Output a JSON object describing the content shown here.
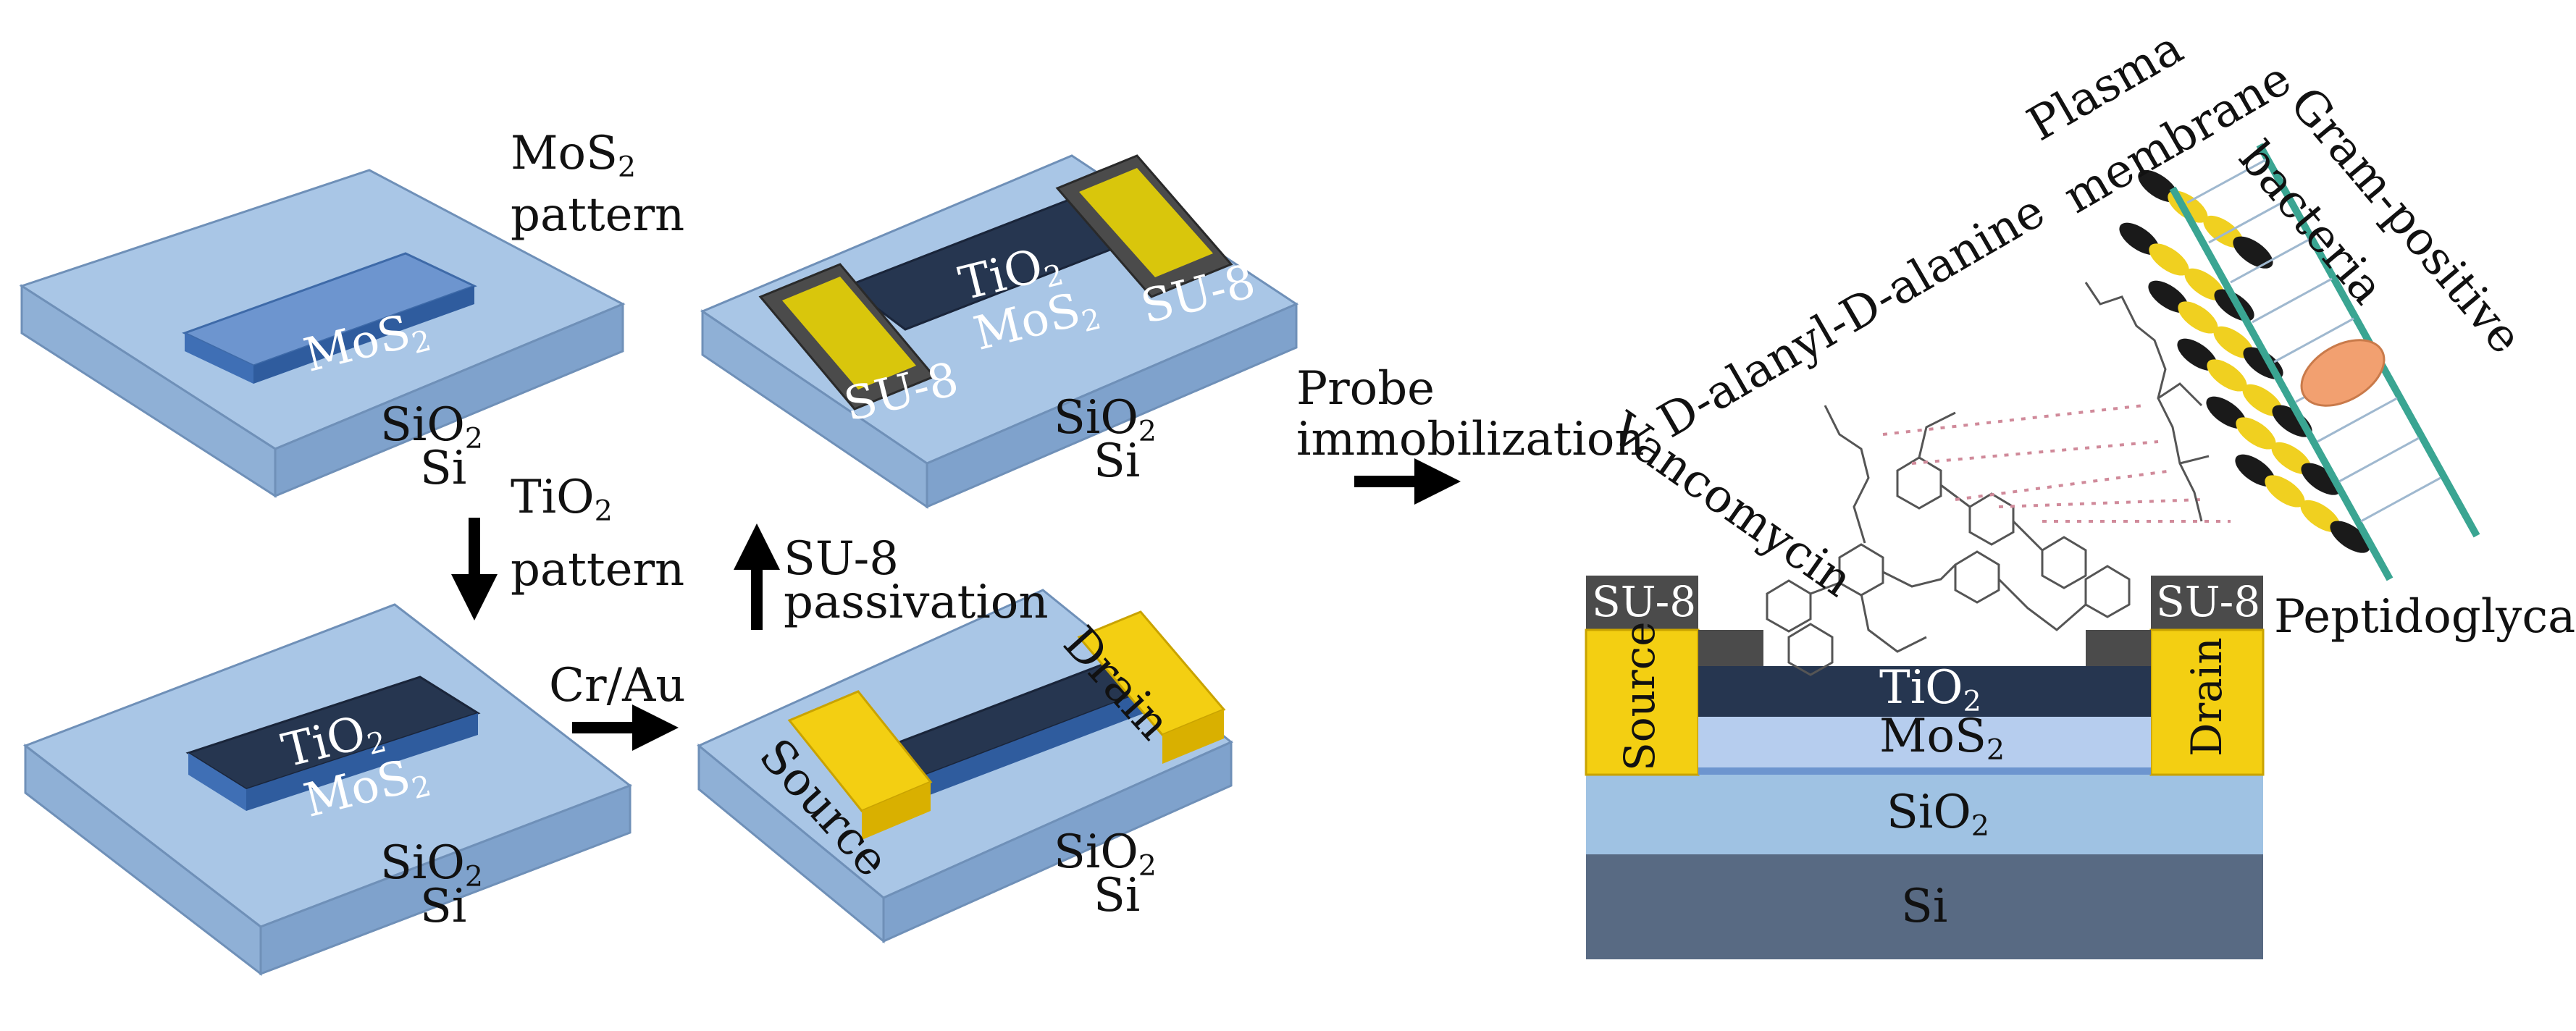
{
  "colors": {
    "substrate_top": "#a9c6e6",
    "substrate_side": "#8fb0d6",
    "mos2": "#4d7fc4",
    "tio2": "#263650",
    "gold": "#f3cf12",
    "su8": "#4b4b4b",
    "si_layer": "#586a83",
    "sio2_layer": "#9fc2e3",
    "molecule": "#555555",
    "lipid_head": "#1a1a1a",
    "lipid_tail": "#f0d020",
    "bond": "#d08a9a",
    "membrane_green": "#3aa592"
  },
  "panel1": {
    "mos2": "MoS",
    "mos2_sub": "2",
    "sio2": "SiO",
    "sio2_sub": "2",
    "si": "Si"
  },
  "step1": {
    "line1": "MoS",
    "line1_sub": "2",
    "line2": "pattern"
  },
  "step2": {
    "line1": "TiO",
    "line1_sub": "2",
    "line2": "pattern"
  },
  "panel2": {
    "tio2": "TiO",
    "tio2_sub": "2",
    "mos2": "MoS",
    "mos2_sub": "2",
    "sio2": "SiO",
    "sio2_sub": "2",
    "si": "Si"
  },
  "step3": {
    "label": "Cr/Au"
  },
  "panel3": {
    "source": "Source",
    "drain": "Drain",
    "sio2": "SiO",
    "sio2_sub": "2",
    "si": "Si"
  },
  "step4": {
    "line1": "SU-8",
    "line2": "passivation"
  },
  "panel4": {
    "tio2": "TiO",
    "tio2_sub": "2",
    "mos2": "MoS",
    "mos2_sub": "2",
    "su8_left": "SU-8",
    "su8_right": "SU-8",
    "sio2": "SiO",
    "sio2_sub": "2",
    "si": "Si"
  },
  "step5": {
    "line1": "Probe",
    "line2": "immobilization"
  },
  "cross": {
    "su8_left": "SU-8",
    "su8_right": "SU-8",
    "source": "Source",
    "drain": "Drain",
    "tio2": "TiO",
    "tio2_sub": "2",
    "mos2": "MoS",
    "mos2_sub": "2",
    "sio2": "SiO",
    "sio2_sub": "2",
    "si": "Si"
  },
  "bio": {
    "dala": "D-alanyl-D-alanine",
    "vanco": "Vancomycin",
    "plasma1": "Plasma",
    "plasma2": "membrane",
    "gram1": "Gram-positive",
    "gram2": "bacteria",
    "peptido": "Peptidoglycan"
  }
}
